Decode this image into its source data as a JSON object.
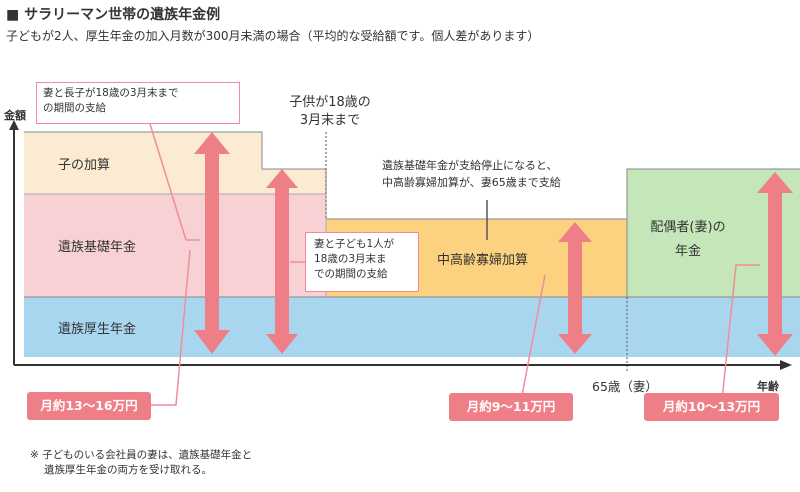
{
  "header": {
    "title": "■ サラリーマン世帯の遺族年金例",
    "subtitle": "子どもが2人、厚生年金の加入月数が300月未満の場合（平均的な受給額です。個人差があります）"
  },
  "axes": {
    "y_label": "金額",
    "x_label": "年齢",
    "marker_label": "65歳（妻）"
  },
  "bands": {
    "child_addition": "子の加算",
    "basic_pension": "遺族基礎年金",
    "employee_pension": "遺族厚生年金",
    "widow_addition": "中高齢寡婦加算",
    "own_pension_line1": "配偶者(妻)の",
    "own_pension_line2": "年金"
  },
  "callouts": {
    "two_children_line1": "妻と長子が18歳の3月末まで",
    "two_children_line2": "の期間の支給",
    "one_child_line1": "妻と子ども1人が",
    "one_child_line2": "18歳の3月末ま",
    "one_child_line3": "での期間の支給",
    "child18_line1": "子供が18歳の",
    "child18_line2": "3月末まで",
    "stop_line1": "遺族基礎年金が支給停止になると、",
    "stop_line2": "中高齢寡婦加算が、妻65歳まで支給"
  },
  "amounts": {
    "first": "月約13～16万円",
    "second": "月約9～11万円",
    "third": "月約10～13万円"
  },
  "footnote": {
    "line1": "※ 子どものいる会社員の妻は、遺族基礎年金と",
    "line2": "遺族厚生年金の両方を受け取れる。"
  },
  "colors": {
    "child_addition": "#fcebd3",
    "basic_pension": "#f8d1d4",
    "employee_pension": "#a9d6ef",
    "widow_addition": "#fcd17f",
    "own_pension": "#c5e6b8",
    "arrow": "#ef7f86",
    "callout_border": "#f08c9c"
  }
}
